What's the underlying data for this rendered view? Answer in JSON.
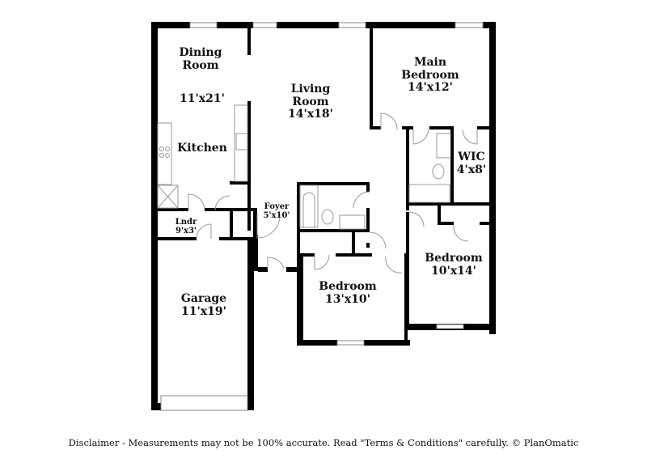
{
  "plan": {
    "rooms": [
      {
        "id": "dining",
        "name": "Dining Room",
        "name_lines": [
          "Dining",
          "Room"
        ],
        "dims": "11'x21'"
      },
      {
        "id": "kitchen",
        "name": "Kitchen",
        "dims": ""
      },
      {
        "id": "living",
        "name": "Living Room",
        "name_lines": [
          "Living",
          "Room"
        ],
        "dims": "14'x18'"
      },
      {
        "id": "main_bedroom",
        "name": "Main Bedroom",
        "name_lines": [
          "Main",
          "Bedroom"
        ],
        "dims": "14'x12'"
      },
      {
        "id": "wic",
        "name": "WIC",
        "dims": "4'x8'"
      },
      {
        "id": "foyer",
        "name": "Foyer",
        "dims": "5'x10'"
      },
      {
        "id": "laundry",
        "name": "Lndr",
        "dims": "9'x3'"
      },
      {
        "id": "garage",
        "name": "Garage",
        "dims": "11'x19'"
      },
      {
        "id": "bedroom_2",
        "name": "Bedroom",
        "dims": "13'x10'"
      },
      {
        "id": "bedroom_3",
        "name": "Bedroom",
        "dims": "10'x14'"
      }
    ]
  },
  "footer": {
    "disclaimer": "Disclaimer - Measurements may not be 100% accurate. Read \"Terms & Conditions\" carefully. © PlanOmatic"
  },
  "colors": {
    "wall": "#000000",
    "fixture": "#999999",
    "background": "#ffffff"
  }
}
